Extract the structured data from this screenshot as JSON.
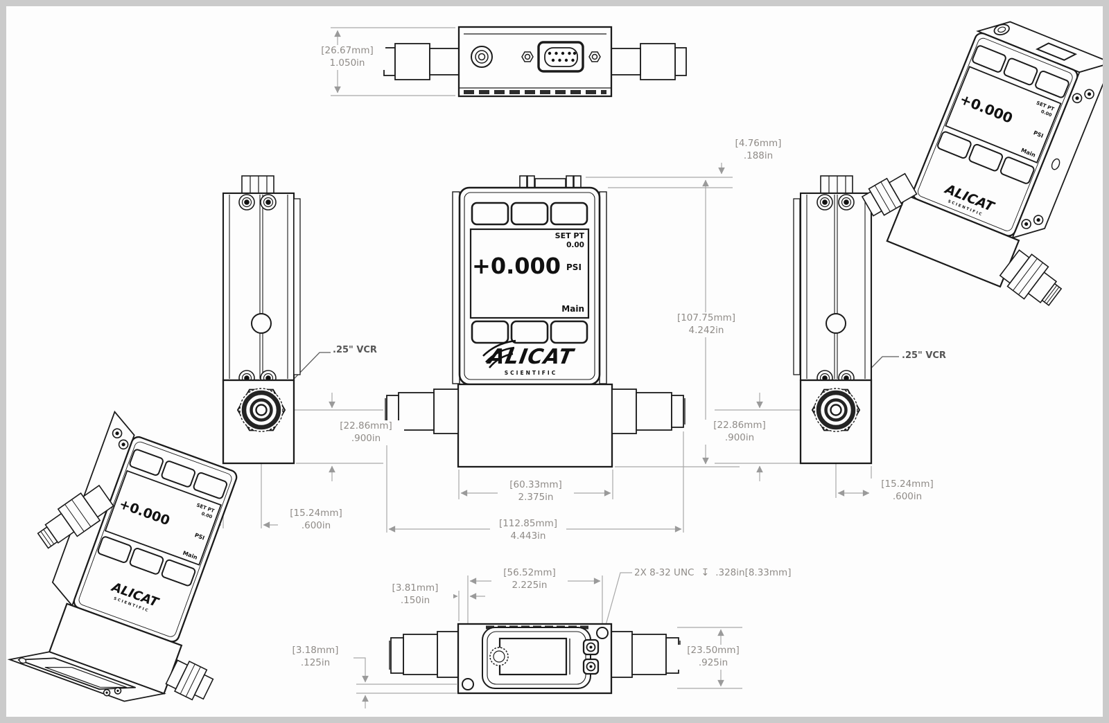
{
  "sheet": {
    "background": "#fdfdfd",
    "frame_color": "#cbcbcb",
    "line_color": "#1b1b1b",
    "dim_color": "#8f8b87"
  },
  "device": {
    "display": {
      "set_pt_label": "SET PT",
      "set_pt_value": "0.00",
      "reading": "+0.000",
      "unit": "PSI",
      "menu_label": "Main",
      "brand": "ALICAT",
      "brand_sub": "SCIENTIFIC"
    }
  },
  "callouts": {
    "vcr_left": ".25\" VCR",
    "vcr_right": ".25\" VCR",
    "thread": "2X 8-32 UNC",
    "thread_depth_symbol": "↧",
    "thread_depth": ".328in[8.33mm]"
  },
  "dimensions": {
    "top_height": {
      "mm": "[26.67mm]",
      "inch": "1.050in"
    },
    "connector_protrusion": {
      "mm": "[4.76mm]",
      "inch": ".188in"
    },
    "overall_height": {
      "mm": "[107.75mm]",
      "inch": "4.242in"
    },
    "body_width": {
      "mm": "[60.33mm]",
      "inch": "2.375in"
    },
    "overall_width": {
      "mm": "[112.85mm]",
      "inch": "4.443in"
    },
    "left_port_height": {
      "mm": "[22.86mm]",
      "inch": ".900in"
    },
    "left_port_offset": {
      "mm": "[15.24mm]",
      "inch": ".600in"
    },
    "right_port_height": {
      "mm": "[22.86mm]",
      "inch": ".900in"
    },
    "right_port_offset": {
      "mm": "[15.24mm]",
      "inch": ".600in"
    },
    "mount_hole_spacing": {
      "mm": "[56.52mm]",
      "inch": "2.225in"
    },
    "mount_hole_edge_offset": {
      "mm": "[3.81mm]",
      "inch": ".150in"
    },
    "mount_hole_bottom_offset": {
      "mm": "[3.18mm]",
      "inch": ".125in"
    },
    "mount_width": {
      "mm": "[23.50mm]",
      "inch": ".925in"
    }
  }
}
